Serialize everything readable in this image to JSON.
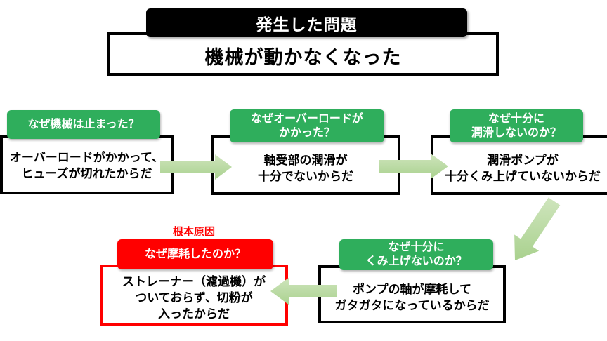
{
  "problem": {
    "label": "発生した問題",
    "statement": "機械が動かなくなった"
  },
  "root_cause_label": "根本原因",
  "whys": [
    {
      "question": "なぜ機械は止まった？",
      "answer": "オーバーロードがかかって、\nヒューズが切れたからだ",
      "root_cause": false
    },
    {
      "question": "なぜオーバーロードが\nかかった？",
      "answer": "軸受部の潤滑が\n十分でないからだ",
      "root_cause": false
    },
    {
      "question": "なぜ十分に\n潤滑しないのか？",
      "answer": "潤滑ポンプが\n十分くみ上げていないからだ",
      "root_cause": false
    },
    {
      "question": "なぜ十分に\nくみ上げないのか？",
      "answer": "ポンプの軸が摩耗して\nガタガタになっているからだ",
      "root_cause": false
    },
    {
      "question": "なぜ摩耗したのか？",
      "answer": "ストレーナー（濾過機）が\nついておらず、切粉が\n入ったからだ",
      "root_cause": true
    }
  ],
  "icons": [
    "arrow-right-icon",
    "arrow-right-icon",
    "arrow-down-left-icon",
    "arrow-left-icon"
  ],
  "colors": {
    "question_header_green": "#2fae5c",
    "root_cause_red": "#ff0000",
    "arrow_gradient_light": "#cfe5bd",
    "arrow_gradient_dark": "#a9d18e",
    "problem_header_black": "#000000"
  }
}
